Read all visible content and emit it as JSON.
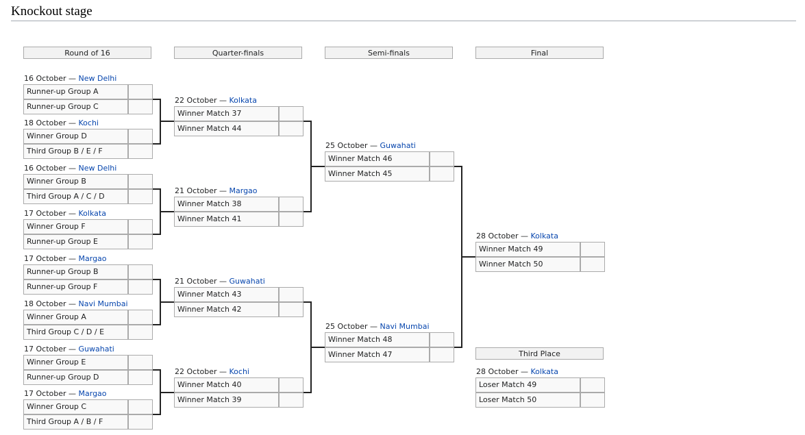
{
  "heading": "Knockout stage",
  "rounds": [
    {
      "label": "Round of 16"
    },
    {
      "label": "Quarter-finals"
    },
    {
      "label": "Semi-finals"
    },
    {
      "label": "Final"
    }
  ],
  "third_place_label": "Third Place",
  "separator": "—",
  "matches": [
    {
      "date": "16 October",
      "venue": "New Delhi",
      "teams": [
        "Runner-up Group A",
        "Runner-up Group C"
      ],
      "scores": [
        "",
        ""
      ]
    },
    {
      "date": "18 October",
      "venue": "Kochi",
      "teams": [
        "Winner Group D",
        "Third Group B / E / F"
      ],
      "scores": [
        "",
        ""
      ]
    },
    {
      "date": "16 October",
      "venue": "New Delhi",
      "teams": [
        "Winner Group B",
        "Third Group A / C / D"
      ],
      "scores": [
        "",
        ""
      ]
    },
    {
      "date": "17 October",
      "venue": "Kolkata",
      "teams": [
        "Winner Group F",
        "Runner-up Group E"
      ],
      "scores": [
        "",
        ""
      ]
    },
    {
      "date": "17 October",
      "venue": "Margao",
      "teams": [
        "Runner-up Group B",
        "Runner-up Group F"
      ],
      "scores": [
        "",
        ""
      ]
    },
    {
      "date": "18 October",
      "venue": "Navi Mumbai",
      "teams": [
        "Winner Group A",
        "Third Group C / D / E"
      ],
      "scores": [
        "",
        ""
      ]
    },
    {
      "date": "17 October",
      "venue": "Guwahati",
      "teams": [
        "Winner Group E",
        "Runner-up Group D"
      ],
      "scores": [
        "",
        ""
      ]
    },
    {
      "date": "17 October",
      "venue": "Margao",
      "teams": [
        "Winner Group C",
        "Third Group A / B / F"
      ],
      "scores": [
        "",
        ""
      ]
    },
    {
      "date": "22 October",
      "venue": "Kolkata",
      "teams": [
        "Winner Match 37",
        "Winner Match 44"
      ],
      "scores": [
        "",
        ""
      ]
    },
    {
      "date": "21 October",
      "venue": "Margao",
      "teams": [
        "Winner Match 38",
        "Winner Match 41"
      ],
      "scores": [
        "",
        ""
      ]
    },
    {
      "date": "21 October",
      "venue": "Guwahati",
      "teams": [
        "Winner Match 43",
        "Winner Match 42"
      ],
      "scores": [
        "",
        ""
      ]
    },
    {
      "date": "22 October",
      "venue": "Kochi",
      "teams": [
        "Winner Match 40",
        "Winner Match 39"
      ],
      "scores": [
        "",
        ""
      ]
    },
    {
      "date": "25 October",
      "venue": "Guwahati",
      "teams": [
        "Winner Match 46",
        "Winner Match 45"
      ],
      "scores": [
        "",
        ""
      ]
    },
    {
      "date": "25 October",
      "venue": "Navi Mumbai",
      "teams": [
        "Winner Match 48",
        "Winner Match 47"
      ],
      "scores": [
        "",
        ""
      ]
    },
    {
      "date": "28 October",
      "venue": "Kolkata",
      "teams": [
        "Winner Match 49",
        "Winner Match 50"
      ],
      "scores": [
        "",
        ""
      ]
    },
    {
      "date": "28 October",
      "venue": "Kolkata",
      "teams": [
        "Loser Match 49",
        "Loser Match 50"
      ],
      "scores": [
        "",
        ""
      ]
    }
  ]
}
